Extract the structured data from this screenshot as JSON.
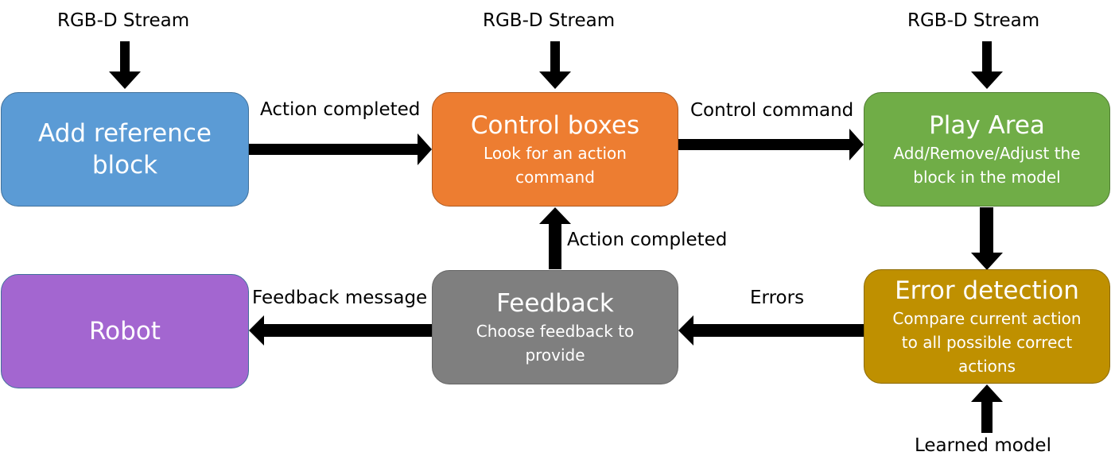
{
  "colors": {
    "add_reference": "#5B9BD5",
    "control_boxes": "#ED7D31",
    "play_area": "#70AD47",
    "robot": "#A366D0",
    "feedback": "#7F7F7F",
    "error_detection": "#BF9000",
    "arrow": "#000000"
  },
  "nodes": {
    "add_reference": {
      "title": "Add reference block"
    },
    "control_boxes": {
      "title": "Control boxes",
      "subtitle": "Look for an action command"
    },
    "play_area": {
      "title": "Play Area",
      "subtitle": "Add/Remove/Adjust the block in the model"
    },
    "robot": {
      "title": "Robot"
    },
    "feedback": {
      "title": "Feedback",
      "subtitle": "Choose feedback to provide"
    },
    "error_detection": {
      "title": "Error detection",
      "subtitle": "Compare current action to all possible correct actions"
    }
  },
  "inputs": {
    "stream_left": "RGB-D Stream",
    "stream_center": "RGB-D Stream",
    "stream_right": "RGB-D Stream",
    "learned_model": "Learned model"
  },
  "edges": {
    "add_to_control": "Action completed",
    "control_to_play": "Control command",
    "feedback_to_control": "Action completed",
    "error_to_feedback": "Errors",
    "feedback_to_robot": "Feedback message"
  }
}
